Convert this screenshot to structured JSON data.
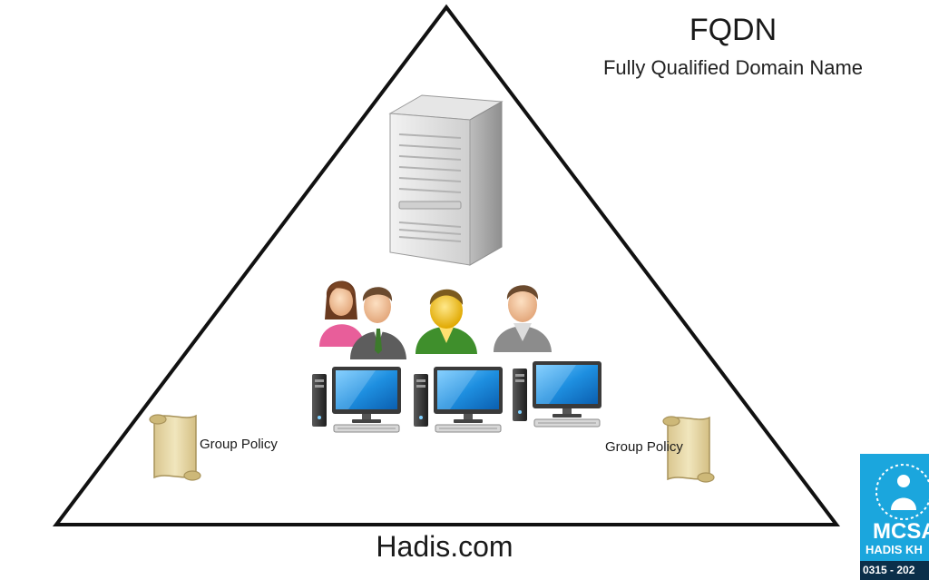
{
  "header": {
    "title": "FQDN",
    "subtitle": "Fully Qualified Domain Name"
  },
  "footer": {
    "domain_name": "Hadis.com"
  },
  "policies": {
    "left_label": "Group Policy",
    "right_label": "Group Policy"
  },
  "badge": {
    "title": "MCSA",
    "subtitle": "HADIS KH",
    "phone": "0315 - 202"
  },
  "icons": {
    "server": "server-tower-icon",
    "users": [
      "woman-user-icon",
      "man-user-icon",
      "yellow-user-icon",
      "gray-user-icon"
    ],
    "computers": [
      "desktop-computer-icon",
      "desktop-computer-icon",
      "desktop-computer-icon"
    ],
    "scroll": "group-policy-scroll-icon"
  },
  "colors": {
    "scroll_fill": "#eadcab",
    "scroll_edge": "#a8935a",
    "monitor_screen": "#1e8fe0",
    "badge_bg": "#1ba6dd",
    "badge_strip": "#0b2f4a"
  }
}
